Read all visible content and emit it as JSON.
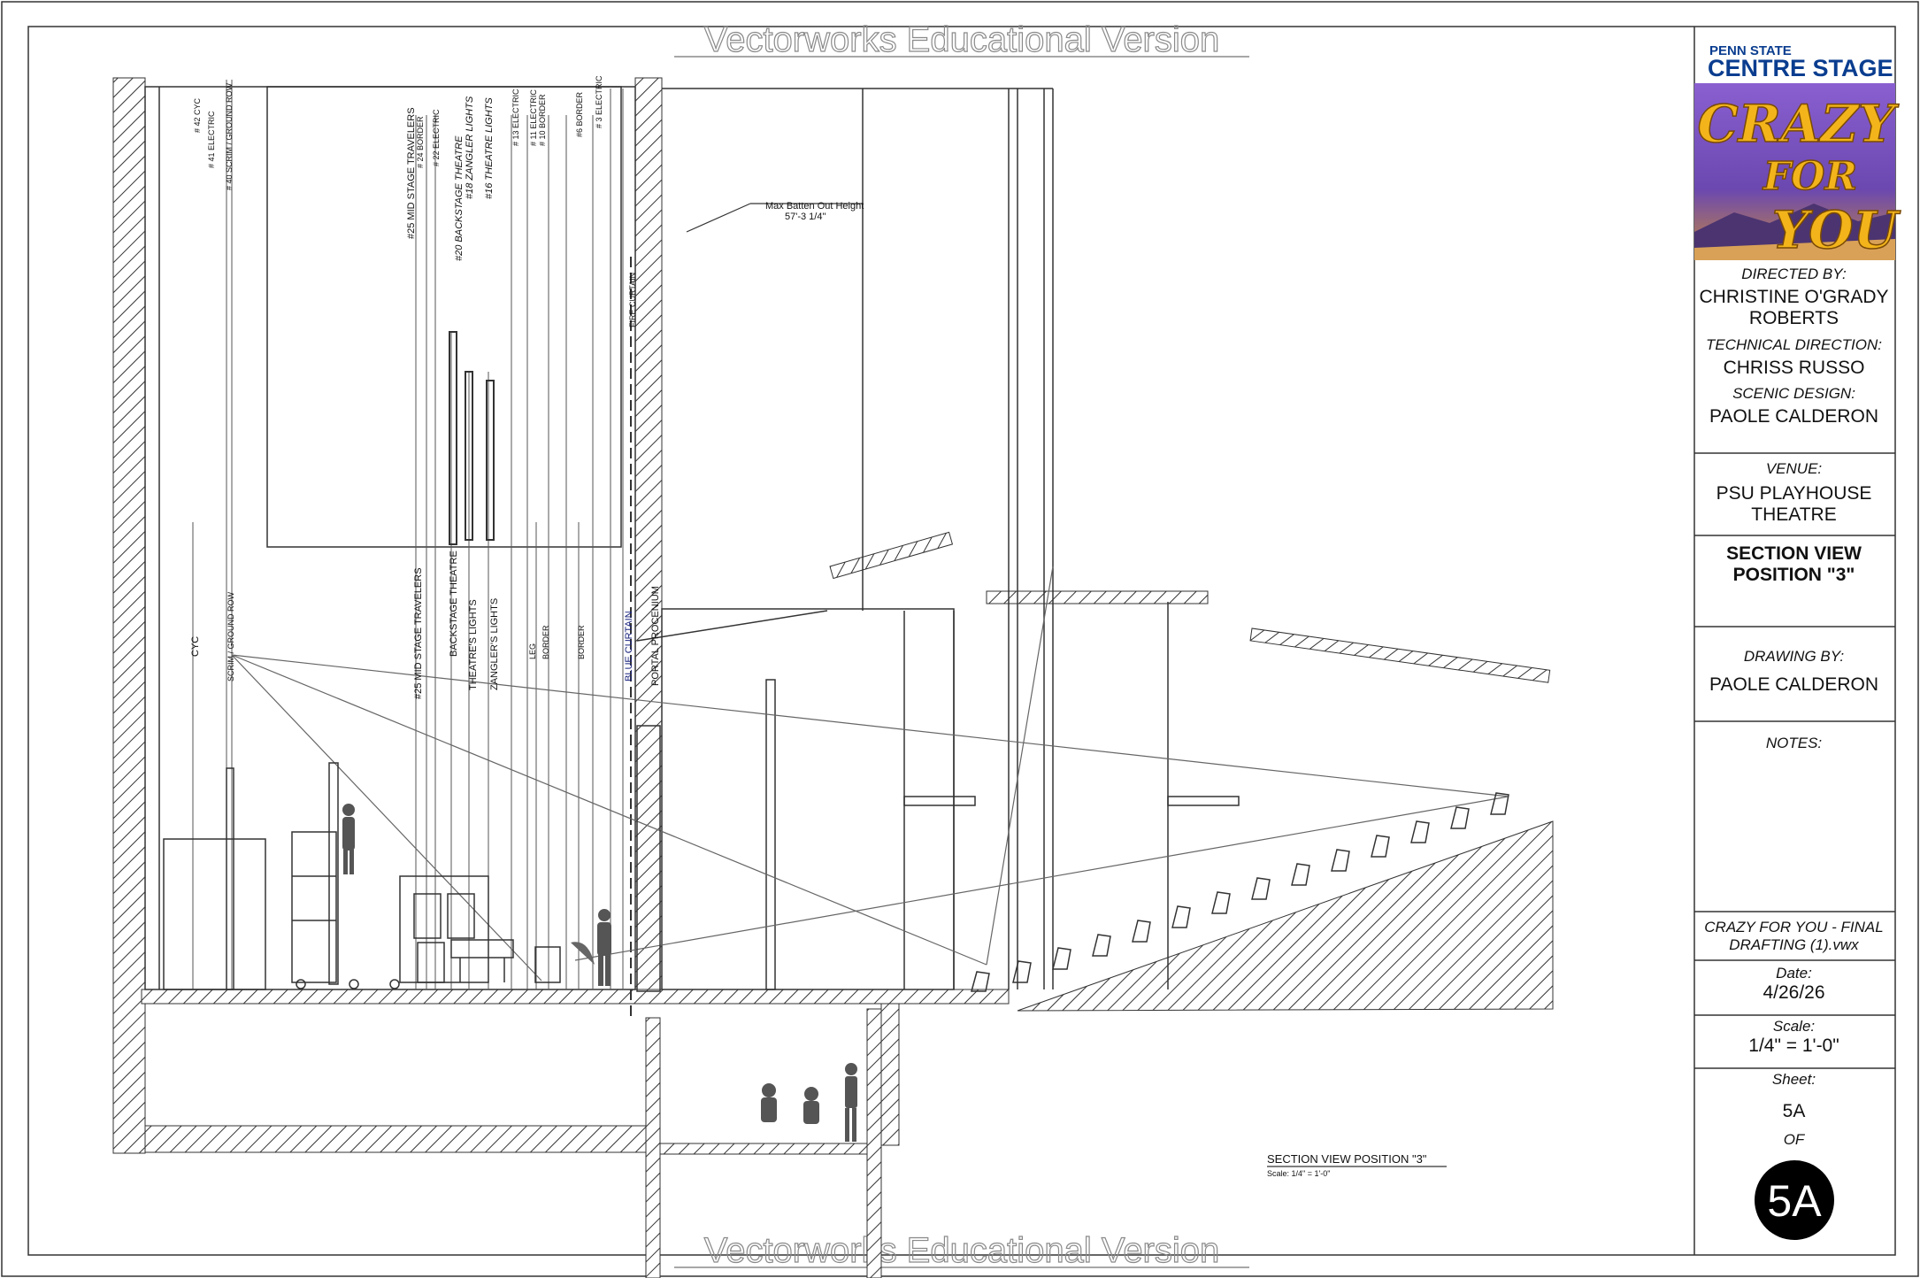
{
  "watermark": "Vectorworks Educational Version",
  "logo": {
    "line1": "PENN STATE",
    "line2": "CENTRE STAGE",
    "poster_words": [
      "CRAZY",
      "FOR",
      "YOU"
    ]
  },
  "title_block": {
    "directed_label": "DIRECTED BY:",
    "directed_value": "CHRISTINE O'GRADY ROBERTS",
    "tech_label": "TECHNICAL DIRECTION:",
    "tech_value": "CHRISS RUSSO",
    "scenic_label": "SCENIC DESIGN:",
    "scenic_value": "PAOLE CALDERON",
    "venue_label": "VENUE:",
    "venue_value": "PSU PLAYHOUSE THEATRE",
    "view_title_1": "SECTION VIEW",
    "view_title_2": "POSITION \"3\"",
    "drawing_label": "DRAWING BY:",
    "drawing_value": "PAOLE CALDERON",
    "notes_label": "NOTES:",
    "file_name": "CRAZY FOR YOU - FINAL DRAFTING (1).vwx",
    "date_label": "Date:",
    "date_value": "4/26/26",
    "scale_label": "Scale:",
    "scale_value": "1/4\" = 1'-0\"",
    "sheet_label": "Sheet:",
    "sheet_value": "5A",
    "of_label": "OF",
    "sheet_total": "5A"
  },
  "drawing": {
    "max_batten_label": "Max Batten Out Height",
    "max_batten_value": "57'-3 1/4\"",
    "view_caption": "SECTION VIEW POSITION \"3\"",
    "view_scale": "Scale: 1/4\" = 1'-0\"",
    "fly_labels": [
      "# 42 CYC",
      "# 41 ELECTRIC",
      "# 40 SCRIM / GROUND ROW",
      "#25 MID STAGE TRAVELERS",
      "# 24 BORDER",
      "# 22 ELECTRIC",
      "#20 BACKSTAGE THEATRE",
      "#18 ZANGLER LIGHTS",
      "#16 THEATRE LIGHTS",
      "# 13 ELECTRIC",
      "# 11 ELECTRIC",
      "# 10 BORDER",
      "#6 BORDER",
      "# 3 ELECTRIC",
      "FIRE CURTAIN"
    ],
    "stage_labels": [
      "CYC",
      "SCRIM / GROUND ROW",
      "#25 MID STAGE TRAVELERS",
      "BACKSTAGE THEATRE",
      "THEATRE'S LIGHTS",
      "ZANGLER'S LIGHTS",
      "LEG",
      "BORDER",
      "BORDER",
      "BLUE CURTAIN",
      "PORTAL PROCENIUM"
    ]
  },
  "colors": {
    "line": "#333333",
    "blue": "#1a237e",
    "poster_purple": "#6a4fb6",
    "poster_gold": "#f2b41a",
    "logo_blue": "#0a3d8f"
  }
}
